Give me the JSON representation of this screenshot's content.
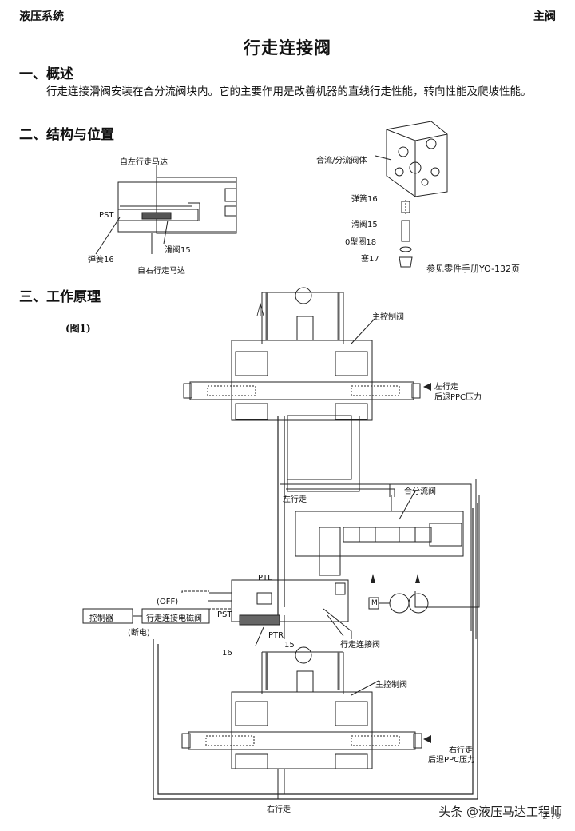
{
  "header": {
    "left": "液压系统",
    "right": "主阀"
  },
  "title": "行走连接阀",
  "sections": [
    {
      "heading": "一、概述",
      "text": "行走连接滑阀安装在合分流阀块内。它的主要作用是改善机器的直线行走性能，转向性能及爬坡性能。"
    },
    {
      "heading": "二、结构与位置"
    },
    {
      "heading": "三、工作原理"
    }
  ],
  "structure_labels": {
    "from_left_motor": "自左行走马达",
    "from_right_motor": "自右行走马达",
    "pst": "PST",
    "spring16": "弹簧16",
    "spool15": "滑阀15",
    "block": "合流/分流阀体",
    "spring16b": "弹簧16",
    "spool15b": "滑阀15",
    "oring18": "0型圈18",
    "plug17": "塞17",
    "ref": "参见零件手册YO-132页"
  },
  "diagram_labels": {
    "fig": "(图1)",
    "main_valve_top": "主控制阀",
    "left_travel_ppc": "左行走",
    "left_travel_ppc2": "后退PPC压力",
    "left_travel": "左行走",
    "flow_valve": "合分流阀",
    "ptl": "PTL",
    "off": "(OFF)",
    "controller": "控制器",
    "solenoid": "行走连接电磁阀",
    "power_off": "(断电)",
    "pst": "PST",
    "ptr": "PTR",
    "n15": "15",
    "n16": "16",
    "travel_joint_valve": "行走连接阀",
    "main_valve_bottom": "主控制阀",
    "right_travel_ppc": "右行走",
    "right_travel_ppc2": "后退PPC压力",
    "right_travel": "右行走",
    "motor": "M"
  },
  "watermark": "头条 @液压马达工程师",
  "page_number": "2-70"
}
